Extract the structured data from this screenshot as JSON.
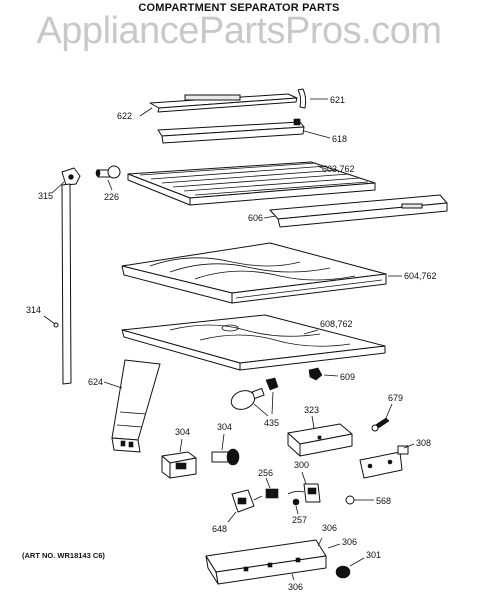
{
  "title": "COMPARTMENT SEPARATOR PARTS",
  "watermark": "AppliancePartsPros.com",
  "art_number": "(ART NO. WR18143 C6)",
  "callouts": {
    "c621": "621",
    "c622": "622",
    "c618": "618",
    "c315": "315",
    "c226": "226",
    "c603": "603,762",
    "c606": "606",
    "c604": "604,762",
    "c314": "314",
    "c608": "608,762",
    "c609": "609",
    "c624": "624",
    "c435": "435",
    "c323": "323",
    "c679": "679",
    "c304a": "304",
    "c304b": "304",
    "c308": "308",
    "c256": "256",
    "c300": "300",
    "c568": "568",
    "c257": "257",
    "c648": "648",
    "c306a": "306",
    "c306b": "306",
    "c301": "301",
    "c306c": "306"
  }
}
